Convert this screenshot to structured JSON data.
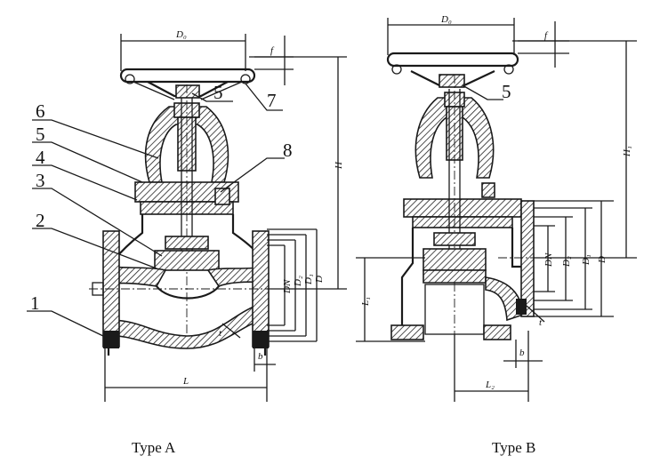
{
  "captions": {
    "type_a": "Type A",
    "type_b": "Type B"
  },
  "type_a": {
    "callouts": [
      "1",
      "2",
      "3",
      "4",
      "5",
      "6",
      "7",
      "8",
      "5"
    ],
    "dims": {
      "d0": "D₀",
      "h": "H",
      "l": "L",
      "b": "b",
      "f": "f",
      "dn": "DN",
      "d2": "D₂",
      "d1": "D₁",
      "d": "D",
      "t": "t"
    }
  },
  "type_b": {
    "callouts": [
      "5"
    ],
    "dims": {
      "d0": "D₀",
      "h1": "H₁",
      "l1": "L₁",
      "b": "b",
      "f": "f",
      "dn": "DN",
      "d2": "D₂",
      "d1": "D₁",
      "d": "D",
      "t": "t",
      "l2": "L₂"
    }
  }
}
